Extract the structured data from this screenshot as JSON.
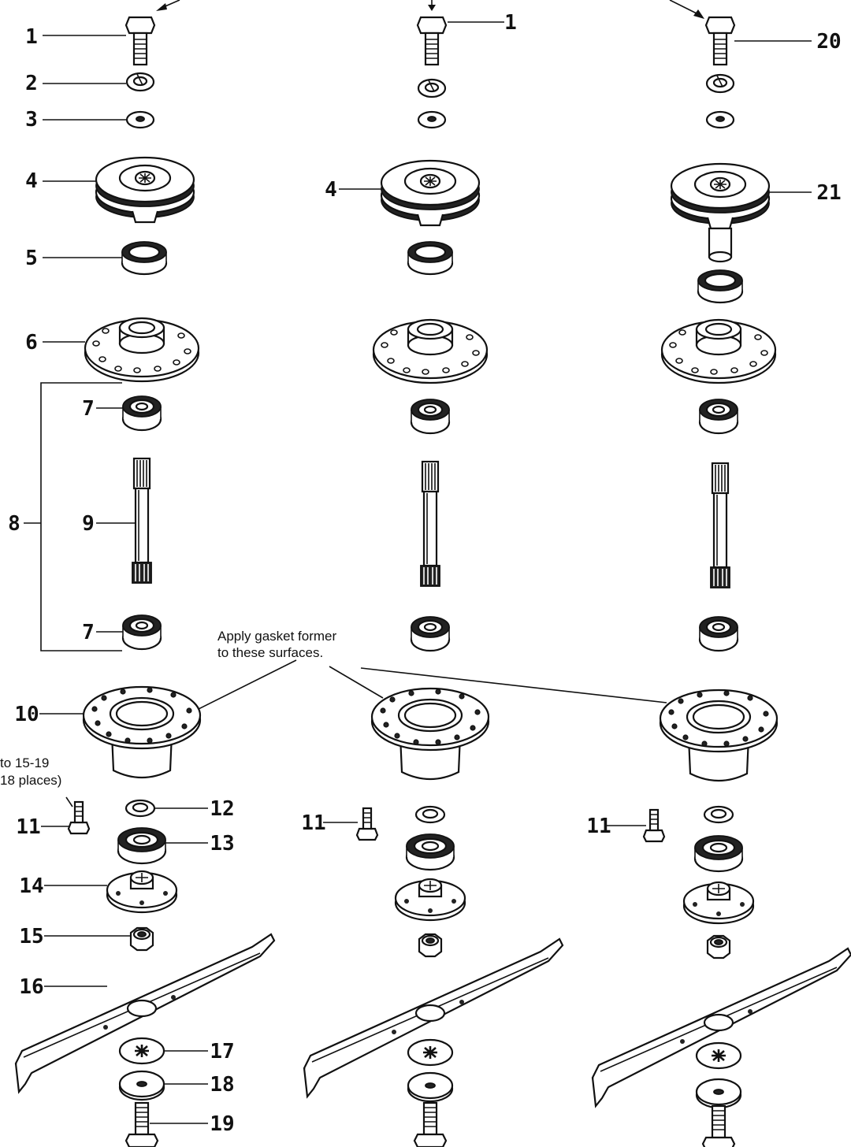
{
  "callouts": {
    "c1": "1",
    "c2": "2",
    "c3": "3",
    "c4": "4",
    "c5": "5",
    "c6": "6",
    "c7": "7",
    "c8": "8",
    "c9": "9",
    "c10": "10",
    "c11": "11",
    "c12": "12",
    "c13": "13",
    "c14": "14",
    "c15": "15",
    "c16": "16",
    "c17": "17",
    "c18": "18",
    "c19": "19",
    "c20": "20",
    "c21": "21"
  },
  "notes": {
    "gasket_line1": "Apply gasket former",
    "gasket_line2": "to these surfaces.",
    "torque_line1": "to 15-19",
    "torque_line2": "18 places)"
  }
}
